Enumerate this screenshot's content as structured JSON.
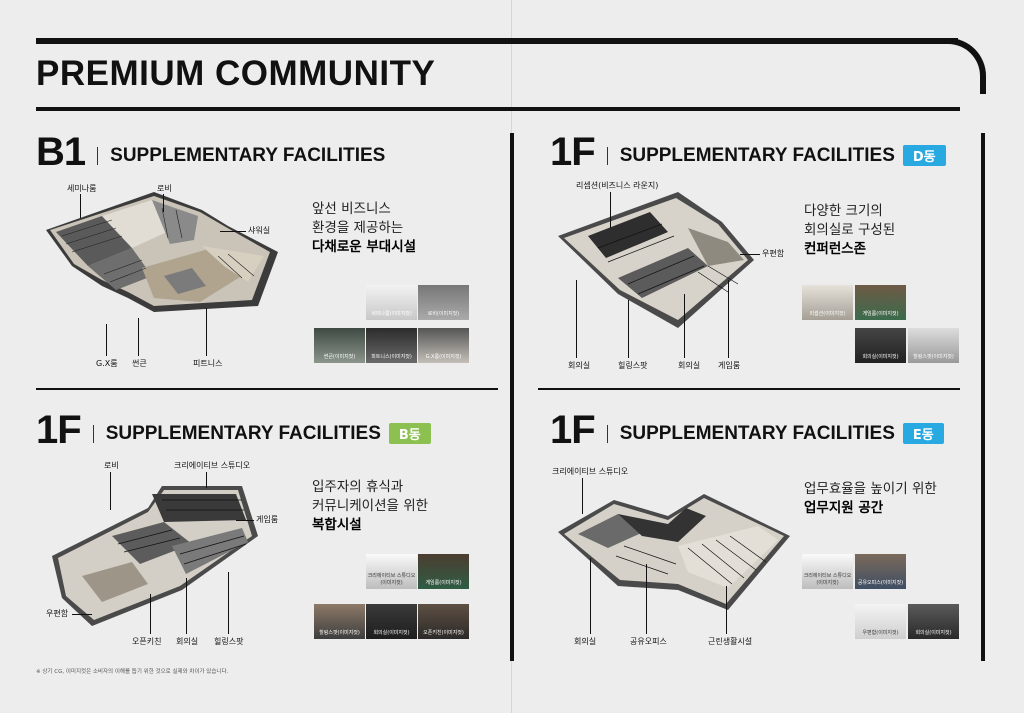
{
  "page_title": "PREMIUM COMMUNITY",
  "colors": {
    "accent_blue": "#29a9e1",
    "accent_green": "#8cc152",
    "ink": "#111111",
    "background": "#ededee"
  },
  "panels": {
    "b1": {
      "level": "B1",
      "heading": "SUPPLEMENTARY FACILITIES",
      "labels": {
        "seminar": "세미나룸",
        "lobby": "로비",
        "shower": "샤워실",
        "gx": "G.X룸",
        "sauna": "썬큰",
        "fitness": "피트니스"
      },
      "desc": [
        "앞선 비즈니스",
        "환경을 제공하는",
        "다채로운 부대시설"
      ],
      "thumbs": [
        "세미나룸(이미지컷)",
        "로비(이미지컷)",
        "썬큰(이미지컷)",
        "피트니스(이미지컷)",
        "G.X룸(이미지컷)"
      ]
    },
    "d1": {
      "level": "1F",
      "heading": "SUPPLEMENTARY FACILITIES",
      "tag": "D동",
      "labels": {
        "reception": "리셉션(비즈니스 라운지)",
        "mailroom": "우편함",
        "meeting": "회의실",
        "healing": "힐링스팟",
        "meeting2": "회의실",
        "game": "게임룸"
      },
      "desc": [
        "다양한 크기의",
        "회의실로 구성된",
        "컨퍼런스존"
      ],
      "thumbs": [
        "리셉션(이미지컷)",
        "게임룸(이미지컷)",
        "회의실(이미지컷)",
        "힐링스팟(이미지컷)"
      ]
    },
    "b": {
      "level": "1F",
      "heading": "SUPPLEMENTARY FACILITIES",
      "tag": "B동",
      "labels": {
        "lobby": "로비",
        "creative": "크리에이티브 스튜디오",
        "game": "게임룸",
        "mailroom": "우편함",
        "kitchen": "오픈키친",
        "meeting": "회의실",
        "healing": "힐링스팟"
      },
      "desc": [
        "입주자의 휴식과",
        "커뮤니케이션을 위한",
        "복합시설"
      ],
      "thumbs": [
        "크리에이티브 스튜디오(이미지컷)",
        "게임룸(이미지컷)",
        "힐링스팟(이미지컷)",
        "회의실(이미지컷)",
        "오픈키친(이미지컷)"
      ]
    },
    "e": {
      "level": "1F",
      "heading": "SUPPLEMENTARY FACILITIES",
      "tag": "E동",
      "labels": {
        "creative": "크리에이티브 스튜디오",
        "meeting": "회의실",
        "shared": "공유오피스",
        "neighborhood": "근린생활시설"
      },
      "desc": [
        "업무효율을 높이기 위한",
        "업무지원 공간"
      ],
      "thumbs": [
        "크리에이티브 스튜디오(이미지컷)",
        "공유오피스(이미지컷)",
        "우편함(이미지컷)",
        "회의실(이미지컷)"
      ]
    }
  },
  "footnote": "※ 상기 CG, 이미지컷은 소비자의 이해를 돕기 위한 것으로 실제와 차이가 있습니다."
}
